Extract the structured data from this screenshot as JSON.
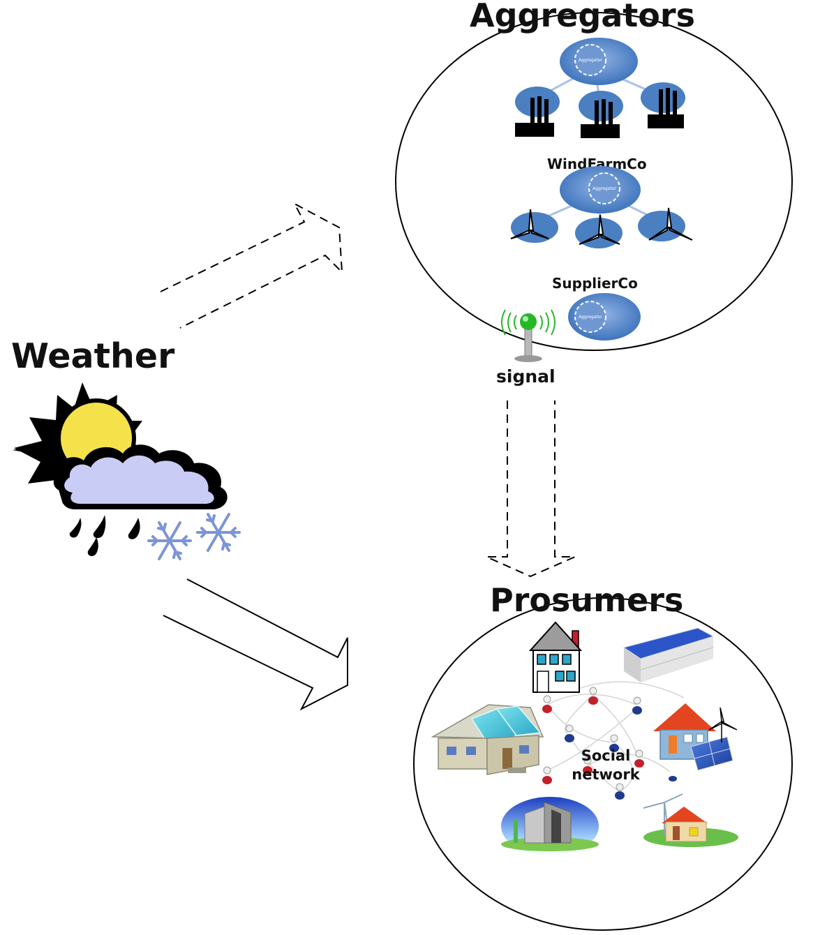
{
  "weather": {
    "label": "Weather"
  },
  "aggregators": {
    "title": "Aggregators",
    "groups": [
      {
        "name": "",
        "hub_label": "Aggregator",
        "members": "factory"
      },
      {
        "name": "WindFarmCo",
        "hub_label": "Aggregator",
        "members": "wind-turbine"
      },
      {
        "name": "SupplierCo",
        "hub_label": "Aggregator",
        "members": "none"
      }
    ]
  },
  "signal": {
    "label": "signal"
  },
  "prosumers": {
    "title": "Prosumers",
    "social_network": {
      "line1": "Social",
      "line2": "network"
    }
  },
  "colors": {
    "hub_blue": "#4a7fc1",
    "sun_yellow": "#f5e24a",
    "cloud_lavender": "#c9cdf5",
    "snow_blue": "#7c95d6",
    "antenna_green": "#27b627",
    "roof_red": "#e2451f"
  },
  "icons": [
    "sun-cloud-weather-icon",
    "factory-icon",
    "wind-turbine-icon",
    "antenna-icon",
    "house-icon",
    "solar-panel-icon",
    "warehouse-icon",
    "person-icon",
    "office-building-icon"
  ]
}
